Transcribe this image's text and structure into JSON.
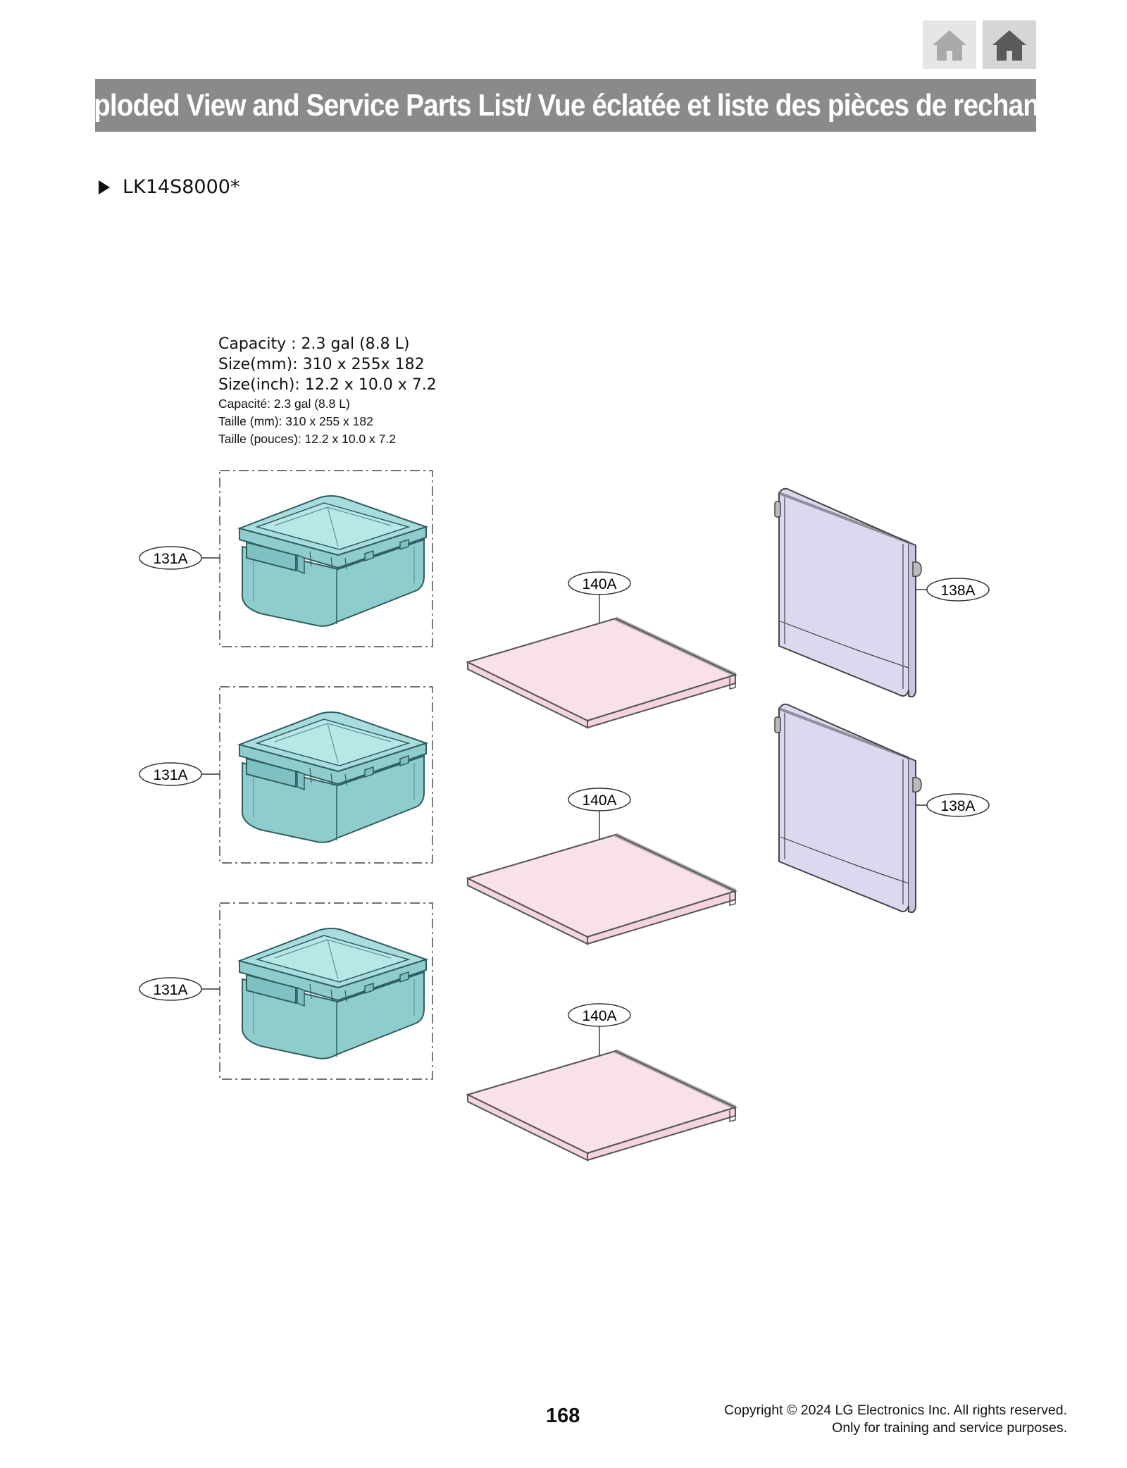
{
  "nav": {
    "home_icon_light": "home-icon",
    "home_icon_dark": "home-icon"
  },
  "header": {
    "title": "Exploded View and Service Parts List/ Vue éclatée et liste des pièces de rechange",
    "banner_color": "#8a8a8a"
  },
  "model": {
    "name": "LK14S8000*"
  },
  "specs": {
    "capacity_en": "Capacity : 2.3 gal (8.8 L)",
    "size_mm_en": "Size(mm): 310 x 255x 182",
    "size_inch_en": "Size(inch): 12.2 x 10.0 x 7.2",
    "capacity_fr": "Capacité: 2.3 gal (8.8 L)",
    "size_mm_fr": "Taille (mm): 310 x 255 x 182",
    "size_inch_fr": "Taille (pouces): 12.2 x 10.0 x 7.2"
  },
  "parts": {
    "container": {
      "label": "131A",
      "count": 3,
      "color": "#8fcccc"
    },
    "shelf": {
      "label": "140A",
      "count": 3,
      "color": "#f8e1e8"
    },
    "panel": {
      "label": "138A",
      "count": 2,
      "color": "#dcd8ef"
    }
  },
  "callouts": {
    "c131a_1": "131A",
    "c131a_2": "131A",
    "c131a_3": "131A",
    "c140a_1": "140A",
    "c140a_2": "140A",
    "c140a_3": "140A",
    "c138a_1": "138A",
    "c138a_2": "138A"
  },
  "footer": {
    "page_number": "168",
    "copyright_line1": "Copyright © 2024 LG Electronics Inc. All rights reserved.",
    "copyright_line2": "Only for training and service purposes."
  }
}
